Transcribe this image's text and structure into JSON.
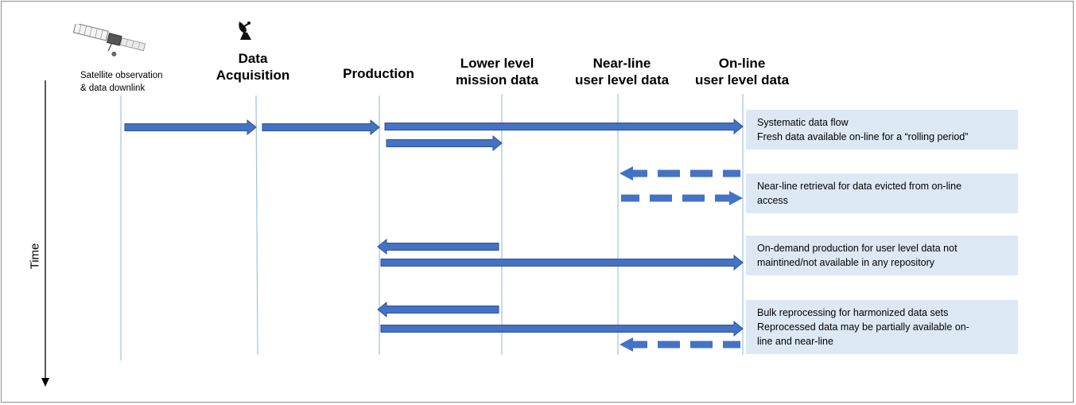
{
  "colors": {
    "arrow_fill": "#4472c4",
    "arrow_stroke": "#2f528f",
    "lifeline": "#9dc3e6",
    "note_bg": "#dce9f5",
    "timeline": "#000000"
  },
  "icons": {
    "satellite": "satellite-icon",
    "antenna": "satellite-dish-icon"
  },
  "headers": {
    "satellite": {
      "line1": "Satellite observation",
      "line2": "& data downlink"
    },
    "acquisition": {
      "line1": "Data",
      "line2": "Acquisition"
    },
    "production": {
      "line1": "Production"
    },
    "lower_level": {
      "line1": "Lower level",
      "line2": "mission data"
    },
    "near_line": {
      "line1": "Near-line",
      "line2": "user level data"
    },
    "on_line": {
      "line1": "On-line",
      "line2": "user level data"
    }
  },
  "time_axis": {
    "label": "Time"
  },
  "notes": [
    {
      "lines": [
        "Systematic data flow",
        "Fresh data available on-line for a “rolling period”"
      ]
    },
    {
      "lines": [
        "Near-line retrieval for data evicted from on-line",
        "access"
      ]
    },
    {
      "lines": [
        "On-demand production for user level data not",
        "maintined/not available in any repository"
      ]
    },
    {
      "lines": [
        "Bulk reprocessing for harmonized data sets",
        "Reprocessed data may be partially available on-",
        "line and near-line"
      ]
    }
  ],
  "flows": [
    {
      "from": "satellite",
      "to": "acquisition",
      "style": "solid"
    },
    {
      "from": "acquisition",
      "to": "production",
      "style": "solid"
    },
    {
      "from": "production",
      "to": "on_line",
      "style": "solid"
    },
    {
      "from": "production",
      "to": "lower_level",
      "style": "solid"
    },
    {
      "from": "on_line",
      "to": "near_line",
      "style": "dashed"
    },
    {
      "from": "near_line",
      "to": "on_line",
      "style": "dashed"
    },
    {
      "from": "lower_level",
      "to": "production",
      "style": "solid"
    },
    {
      "from": "production",
      "to": "on_line",
      "style": "solid"
    },
    {
      "from": "lower_level",
      "to": "production",
      "style": "solid"
    },
    {
      "from": "production",
      "to": "on_line",
      "style": "solid"
    },
    {
      "from": "on_line",
      "to": "near_line",
      "style": "dashed"
    }
  ]
}
